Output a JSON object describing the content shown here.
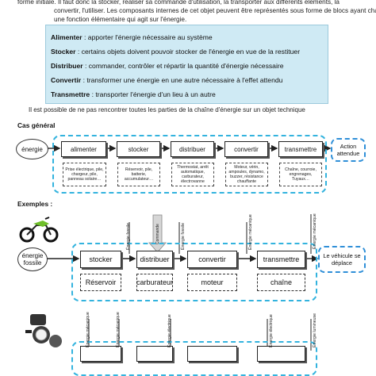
{
  "intro": {
    "line1": "forme initiale. Il faut donc la stocker, réaliser sa commande d'utilisation, la transporter aux différents éléments, la",
    "line2": "convertir, l'utiliser. Les composants internes de cet objet peuvent être représentés sous  forme de blocs ayant chacun",
    "line3": "une fonction élémentaire qui agit sur l'énergie."
  },
  "definitions": [
    {
      "term": "Alimenter",
      "text": " :  apporter l'énergie nécessaire au système"
    },
    {
      "term": "Stocker",
      "text": " : certains objets doivent pouvoir stocker de l'énergie en vue de la restituer"
    },
    {
      "term": "Distribuer",
      "text": " : commander, contrôler et répartir la quantité d'énergie nécessaire"
    },
    {
      "term": "Convertir",
      "text": " : transformer une énergie en une autre nécessaire à l'effet attendu"
    },
    {
      "term": "Transmettre",
      "text": " : transporter l'énergie d'un lieu à un autre"
    }
  ],
  "note": "Il est possible de ne pas rencontrer toutes les parties de la chaîne d'énergie sur un objet technique",
  "general": {
    "title": "Cas général",
    "input": "énergie",
    "functions": [
      "alimenter",
      "stocker",
      "distribuer",
      "convertir",
      "transmettre"
    ],
    "examples": [
      "Prise électrique, pile, chargeur, pile, panneau solaire…",
      "Réservoir, pile, batterie, accumulateur…",
      "Thermostat, arrêt automatique, carburateur, électrovanne",
      "Moteur, vérin, ampoules, dynamo, buzzer, résistance chauffante",
      "Chaîne, courroie, engrenages, Tuyaux…"
    ],
    "output": "Action attendue"
  },
  "exemples": {
    "title": "Exemples :",
    "moto": {
      "input": "énergie fossile",
      "functions": [
        "stocker",
        "distribuer",
        "convertir",
        "transmettre"
      ],
      "elements": [
        "Réservoir",
        "carburateur",
        "moteur",
        "chaîne"
      ],
      "output": "Le véhicule se déplace",
      "energy_labels": [
        "Énergie fossile",
        "Énergie fossile",
        "Énergie mécanique",
        "Énergie mécanique"
      ],
      "command_label": "Commande"
    },
    "lamp": {
      "energy_labels": [
        "Énergie mécanique",
        "Énergie mécanique",
        "Énergie électrique",
        "Énergie électrique",
        "Énergie lumineuse"
      ]
    }
  },
  "colors": {
    "defbox": "#cfeaf4",
    "dashed": "#33b3de",
    "action": "#2f8fd8"
  }
}
